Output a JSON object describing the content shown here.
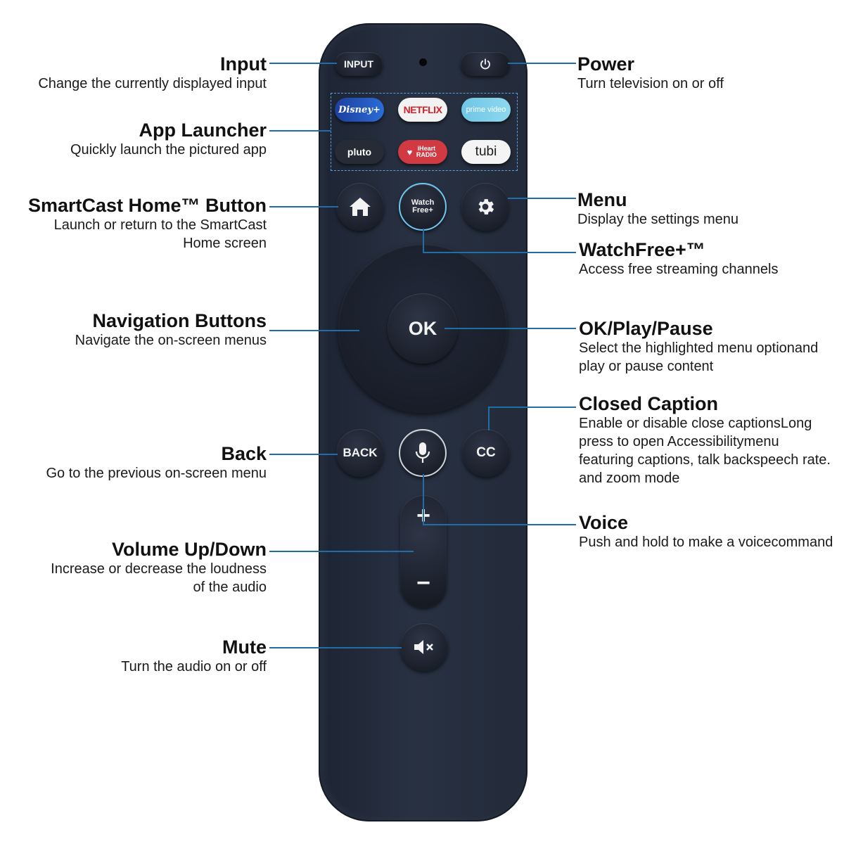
{
  "remote": {
    "input_button": "INPUT",
    "apps": {
      "disney": "Disney+",
      "netflix": "NETFLIX",
      "prime": "prime video",
      "pluto": "pluto",
      "iheart": "iHeart RADIO",
      "tubi": "tubi"
    },
    "watchfree_button": "Watch Free+",
    "ok_button": "OK",
    "back_button": "BACK",
    "cc_button": "CC",
    "volume_plus": "+",
    "volume_minus": "−"
  },
  "labels": {
    "input": {
      "title": "Input",
      "desc": "Change the currently displayed input"
    },
    "power": {
      "title": "Power",
      "desc": "Turn television on or off"
    },
    "app_launcher": {
      "title": "App Launcher",
      "desc": "Quickly launch the pictured app"
    },
    "home": {
      "title": "SmartCast Home™ Button",
      "desc1": "Launch or return to the SmartCast",
      "desc2": "Home screen"
    },
    "menu": {
      "title": "Menu",
      "desc": "Display the settings menu"
    },
    "watchfree": {
      "title": "WatchFree+™",
      "desc": "Access free streaming channels"
    },
    "navigation": {
      "title": "Navigation Buttons",
      "desc": "Navigate the on-screen menus"
    },
    "ok": {
      "title": "OK/Play/Pause",
      "desc1": "Select the highlighted menu optionand",
      "desc2": "play or pause content"
    },
    "cc": {
      "title": "Closed Caption",
      "desc1": "Enable or disable close captionsLong",
      "desc2": "press to open Accessibilitymenu",
      "desc3": "featuring captions, talk backspeech rate.",
      "desc4": "and zoom mode"
    },
    "back": {
      "title": "Back",
      "desc": "Go to the previous on-screen menu"
    },
    "voice": {
      "title": "Voice",
      "desc": "Push and hold to make a voicecommand"
    },
    "volume": {
      "title": "Volume Up/Down",
      "desc1": "Increase or decrease the loudness",
      "desc2": "of the audio"
    },
    "mute": {
      "title": "Mute",
      "desc": "Turn the audio on or off"
    }
  },
  "colors": {
    "remote_body": "#232b3a",
    "leader_line": "#1f6ea8",
    "watchfree_ring": "#6ec6f0",
    "disney_app": "#1a4fb0",
    "netflix_app": "#f2f2f2",
    "prime_app": "#7fd0ea",
    "pluto_app": "#262b36",
    "iheart_app": "#d23a43",
    "tubi_app": "#f4f4f4"
  }
}
